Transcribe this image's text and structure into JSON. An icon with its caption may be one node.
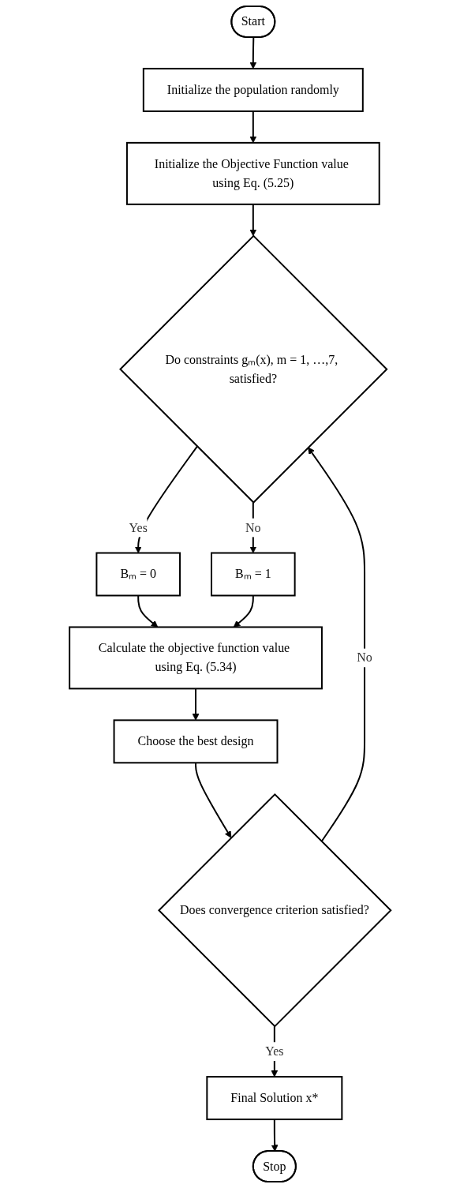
{
  "diagram": {
    "nodes": [
      {
        "text": [
          "Start"
        ]
      },
      {
        "text": [
          "Initialize the population randomly"
        ]
      },
      {
        "text": [
          "Initialize the Objective Function value using Eq. (5.25)"
        ]
      },
      {
        "text": [
          "Do constraints gₘ(x), m = 1, …,7, satisfied?"
        ]
      },
      {
        "text": [
          "Bₘ = 0"
        ]
      },
      {
        "text": [
          "Bₘ = 1"
        ]
      },
      {
        "text": [
          "Calculate the objective function value using Eq. (5.34)"
        ]
      },
      {
        "text": [
          "Choose the best design"
        ]
      },
      {
        "text": [
          "Does convergence criterion satisfied?"
        ]
      },
      {
        "text": [
          "Final Solution x*"
        ]
      },
      {
        "text": [
          "Stop"
        ]
      }
    ],
    "edges": [
      {
        "from": 0,
        "to": 1,
        "arrow": "to"
      },
      {
        "from": 1,
        "to": 2,
        "arrow": "to"
      },
      {
        "from": 2,
        "to": 3,
        "arrow": "to"
      },
      {
        "from": 3,
        "to": 4,
        "arrow": "to",
        "label": "Yes"
      },
      {
        "from": 3,
        "to": 5,
        "arrow": "to",
        "label": "No"
      },
      {
        "from": 4,
        "to": 6,
        "arrow": "to"
      },
      {
        "from": 5,
        "to": 6,
        "arrow": "to"
      },
      {
        "from": 6,
        "to": 7,
        "arrow": "to"
      },
      {
        "from": 7,
        "to": 8,
        "arrow": "to"
      },
      {
        "from": 8,
        "to": 3,
        "arrow": "to",
        "label": "No"
      },
      {
        "from": 8,
        "to": 9,
        "arrow": "to",
        "label": "Yes"
      },
      {
        "from": 9,
        "to": 10,
        "arrow": "to"
      }
    ]
  }
}
